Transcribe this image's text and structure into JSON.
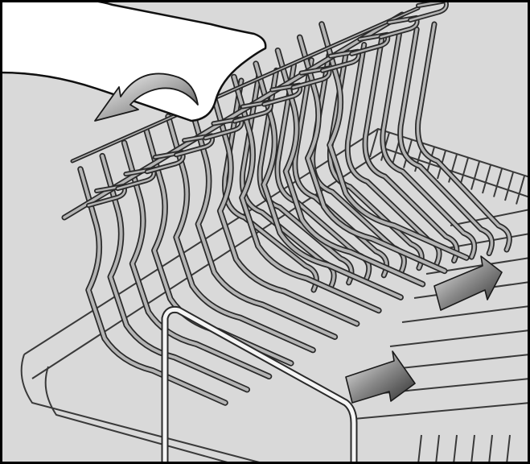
{
  "figure": {
    "subject": "dishwasher-rack-folding-tines",
    "colors": {
      "background": "#d9d9d9",
      "frame": "#000000",
      "wire_fill": "#b4b4b4",
      "wire_edge": "#2a2a2a",
      "hand": "#ffffff",
      "arrow_light": "#f2f2f2",
      "arrow_dark": "#3a3a3a"
    },
    "icons": [
      "hand-icon",
      "rotate-arrow-icon",
      "slide-arrow-icon"
    ],
    "tine_rows": 2,
    "tines_per_row": 12
  }
}
